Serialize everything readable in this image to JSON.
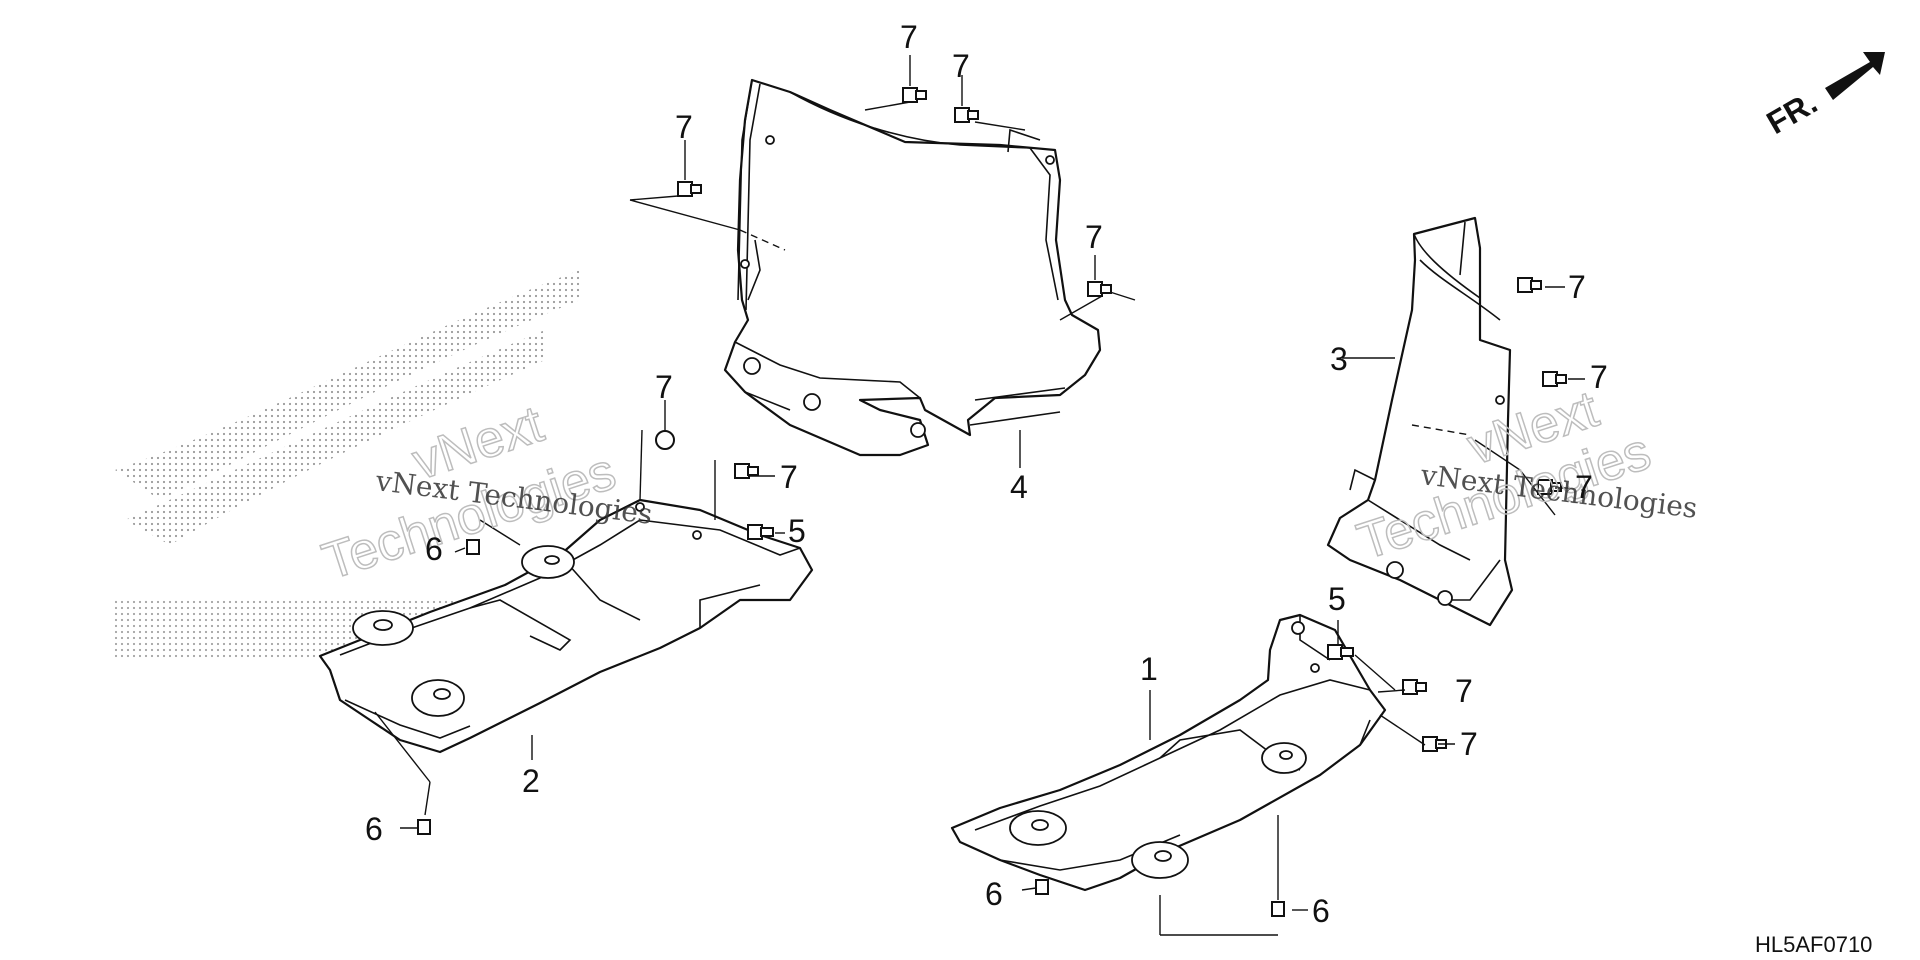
{
  "diagram": {
    "direction_label": "FR.",
    "drawing_code": "HL5AF0710",
    "watermark_text": "vNext Technologies",
    "watermark_outline_line1": "vNext",
    "watermark_outline_line2": "Technologies",
    "callouts": {
      "c1": "1",
      "c2": "2",
      "c3": "3",
      "c4": "4",
      "c5a": "5",
      "c5b": "5",
      "c6a": "6",
      "c6b": "6",
      "c6c": "6",
      "c6d": "6",
      "c7a": "7",
      "c7b": "7",
      "c7c": "7",
      "c7d": "7",
      "c7e": "7",
      "c7f": "7",
      "c7g": "7",
      "c7h": "7",
      "c7i": "7",
      "c7j": "7",
      "c7k": "7"
    }
  }
}
